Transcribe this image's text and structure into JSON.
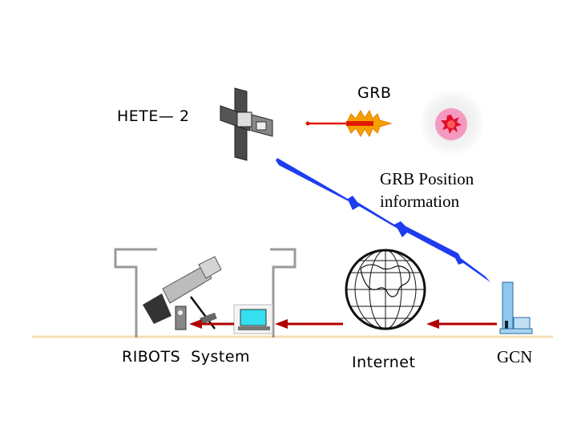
{
  "labels": {
    "satellite": "HETE— 2",
    "grb": "GRB",
    "position_info_line1": "GRB Position",
    "position_info_line2": "information",
    "ribots": "RIBOTS  System",
    "internet": "Internet",
    "gcn": "GCN"
  },
  "colors": {
    "ground_line": "#f5deb3",
    "data_arrow": "#b00000",
    "signal_bolt": "#1e3cf0",
    "dome": "#9a9a9a",
    "burst_orange": "#f5a000",
    "burst_red": "#e01a00"
  }
}
